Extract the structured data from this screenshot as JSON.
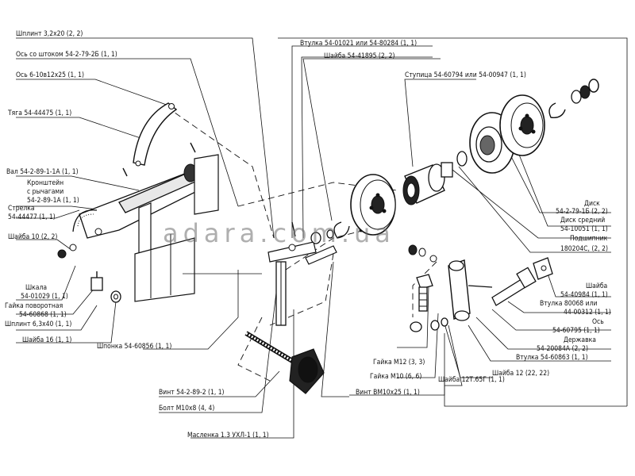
{
  "labels": {
    "shplint_3x20": "Шплинт 3,2x20 (2, 2)",
    "os_so_shtokom": "Ось со штоком 54-2-79-2Б (1, 1)",
    "os_6_10": "Ось 6-10в12х25 (1, 1)",
    "tyaga": "Тяга 54-44475 (1, 1)",
    "val": "Вал 54-2-89-1-1А (1, 1)",
    "kronshtein_1": "Кронштейн",
    "kronshtein_2": "с рычагами",
    "kronshtein_3": "54-2-89-1А (1, 1)",
    "strelka_1": "Стрелка",
    "strelka_2": "54-44477 (1, 1)",
    "shaiba_10": "Шайба 10 (2, 2)",
    "shkala_1": "Шкала",
    "shkala_2": "54-01029 (1, 1)",
    "gaika_povorotnaya_1": "Гайка поворотная",
    "gaika_povorotnaya_2": "54-60868 (1, 1)",
    "shplint_6x40": "Шплинт 6,3х40 (1, 1)",
    "shaiba_16": "Шайба 16 (1, 1)",
    "shponka": "Шпонка 54-60856 (1, 1)",
    "vint_54": "Винт 54-2-89-2 (1, 1)",
    "bolt_m10": "Болт М10х8 (4, 4)",
    "maslenka": "Масленка 1.3 УХЛ-1 (1, 1)",
    "vtulka_top": "Втулка 54-01021 или 54-80284 (1, 1)",
    "shaiba_41895": "Шайба 54-41895 (2, 2)",
    "stupica": "Ступица 54-60794 или 54-00947 (1, 1)",
    "disk_1": "Диск",
    "disk_2": "54-2-79-1Б (2, 2)",
    "disk_sredniy_1": "Диск средний",
    "disk_sredniy_2": "54-10051 (1, 1)",
    "podshipnik_1": "Подшипник",
    "podshipnik_2": "180204С, (2, 2)",
    "shaiba_40984_1": "Шайба",
    "shaiba_40984_2": "54-40984 (1, 1)",
    "vtulka_80068_1": "Втулка 80068 или",
    "vtulka_80068_2": "44-00312 (1, 1)",
    "os_60795_1": "Ось",
    "os_60795_2": "54-60795 (1, 1)",
    "derzhavka_1": "Державка",
    "derzhavka_2": "54-20084А (2, 2)",
    "vtulka_60863": "Втулка 54-60863 (1, 1)",
    "gaika_m12": "Гайка М12 (3, 3)",
    "gaika_m10": "Гайка М10 (6, 6)",
    "shaiba_12t": "Шайба 12Т.65Г (1, 1)",
    "shaiba_12": "Шайба 12 (22, 22)",
    "vint_vm10": "Винт ВМ10х25 (1, 1)"
  },
  "watermark": "adara.com.ua"
}
